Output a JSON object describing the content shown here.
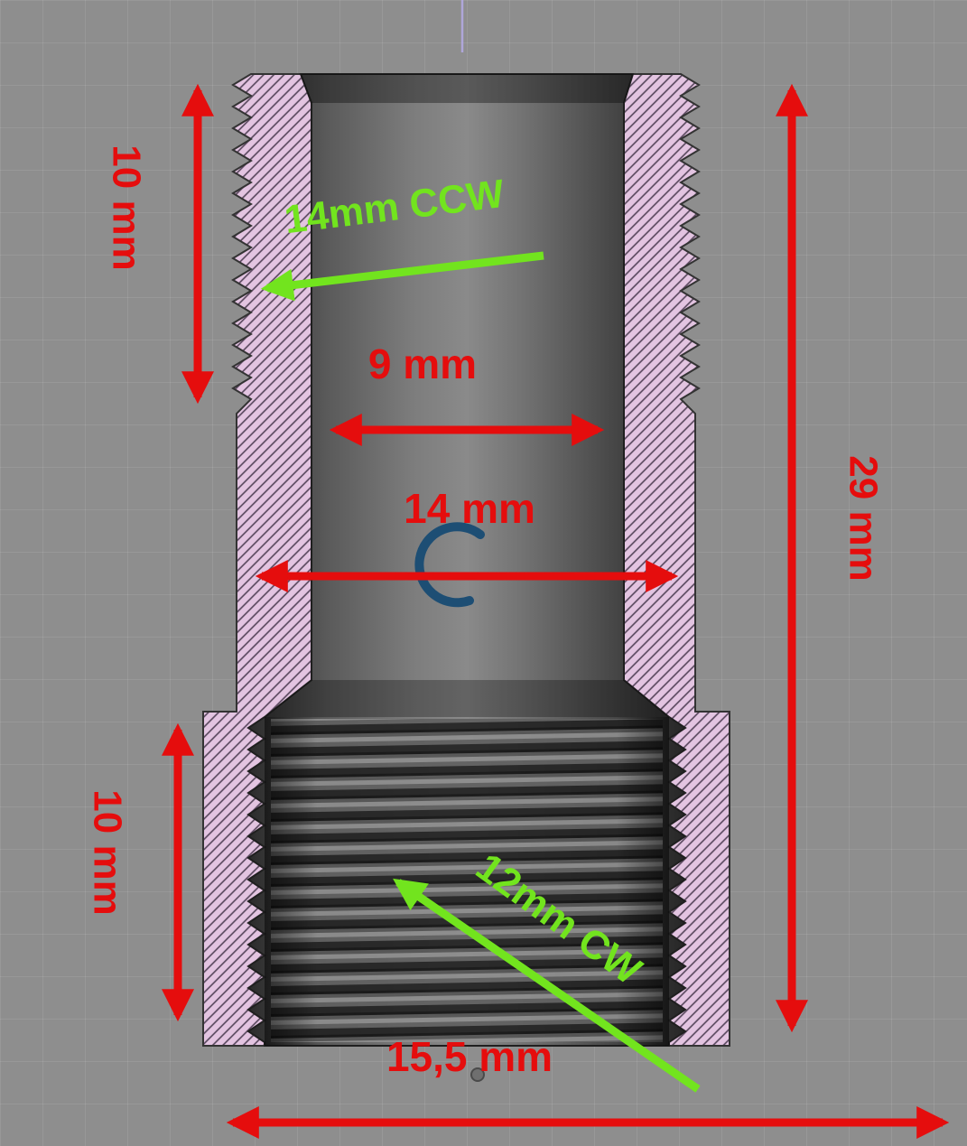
{
  "viewport": {
    "background": "#8e8e8e",
    "axis_color": "#b3a9e2"
  },
  "colors": {
    "dimension_red": "#e50d0d",
    "thread_green": "#72e41e",
    "rotation_arc_blue": "#1d4e74",
    "section_hatch_pink": "#e3c4e1",
    "metal_dark": "#3c3c3c"
  },
  "annotations": {
    "upper_thread_length": "10 mm",
    "upper_thread_spec": "14mm CCW",
    "bore_diameter": "9 mm",
    "counterbore_diameter": "14 mm",
    "overall_length": "29 mm",
    "lower_thread_length": "10 mm",
    "lower_thread_spec": "12mm CW",
    "base_width": "15,5 mm"
  }
}
